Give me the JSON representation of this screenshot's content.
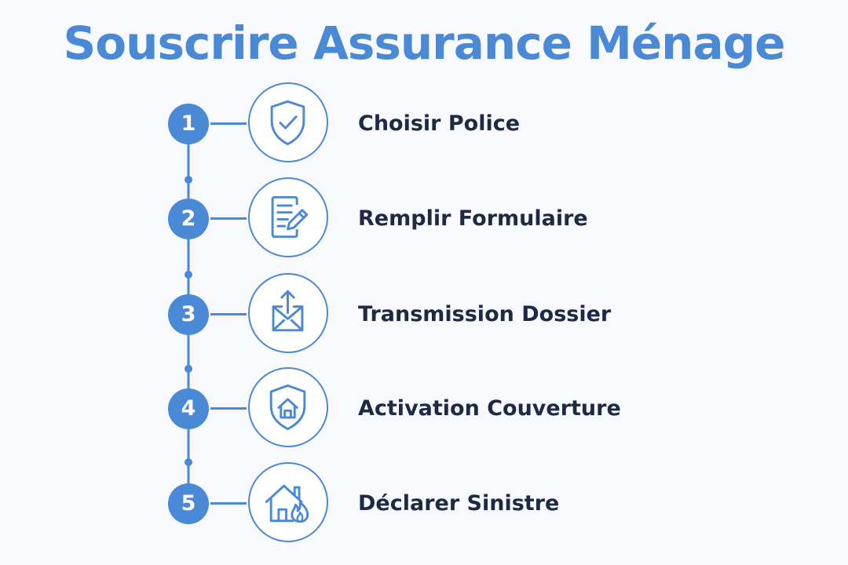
{
  "title": "Souscrire Assurance Ménage",
  "colors": {
    "accent": "#4a89d6",
    "text": "#1e2a44",
    "background": "#f7f9fc"
  },
  "steps": [
    {
      "number": "1",
      "label": "Choisir Police",
      "icon": "shield-check-icon"
    },
    {
      "number": "2",
      "label": "Remplir Formulaire",
      "icon": "document-pencil-icon"
    },
    {
      "number": "3",
      "label": "Transmission Dossier",
      "icon": "envelope-upload-icon"
    },
    {
      "number": "4",
      "label": "Activation Couverture",
      "icon": "shield-house-icon"
    },
    {
      "number": "5",
      "label": "Déclarer Sinistre",
      "icon": "house-fire-icon"
    }
  ]
}
